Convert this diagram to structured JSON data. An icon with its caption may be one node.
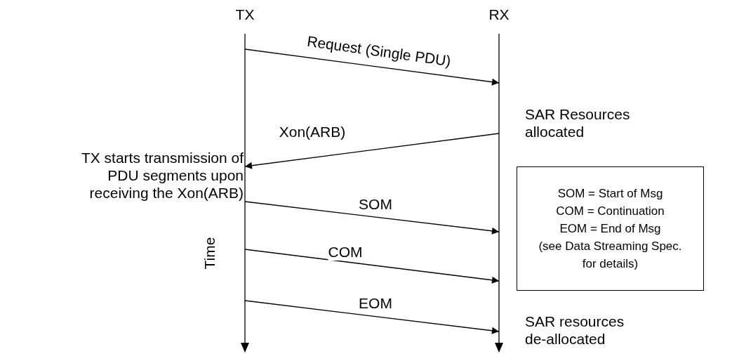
{
  "diagram": {
    "nodes": [
      {
        "text": [
          "TX"
        ]
      },
      {
        "text": [
          "RX"
        ]
      },
      {
        "text": [
          "SOM = Start of Msg",
          "COM = Continuation",
          "EOM = End of Msg",
          "(see Data Streaming Spec. for details)"
        ]
      }
    ],
    "edges": [
      {
        "from": 0,
        "to": 1,
        "arrow": "to",
        "label": "Request (Single PDU)"
      },
      {
        "from": 1,
        "to": 0,
        "arrow": "to",
        "label": "Xon(ARB)"
      },
      {
        "from": 0,
        "to": 1,
        "arrow": "to",
        "label": "SOM"
      },
      {
        "from": 0,
        "to": 1,
        "arrow": "to",
        "label": "COM"
      },
      {
        "from": 0,
        "to": 1,
        "arrow": "to",
        "label": "EOM"
      }
    ],
    "labels": [
      "SAR Resources allocated",
      "TX starts transmission of PDU segments upon receiving the Xon(ARB)",
      "Time",
      "SAR resources de-allocated"
    ]
  }
}
